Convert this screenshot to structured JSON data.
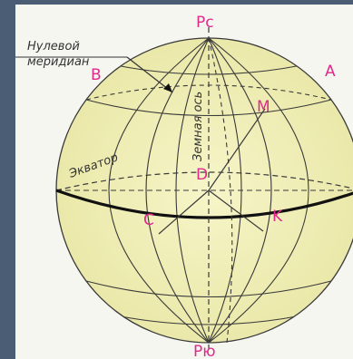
{
  "diagram": {
    "labels": {
      "north_pole": "Pc",
      "south_pole": "Pю",
      "point_a": "A",
      "point_b": "B",
      "point_m": "M",
      "point_c": "C",
      "point_d": "D",
      "point_k": "K"
    },
    "annotations": {
      "prime_meridian_line1": "Нулевой",
      "prime_meridian_line2": "меридиан",
      "axis_label": "Земная ось",
      "equator_label": "Экватор"
    },
    "colors": {
      "background": "#4a5d75",
      "frame": "#f5f6f0",
      "globe_fill": "#f0efb8",
      "label_color": "#e02a8a",
      "line_color": "#3a3a3a"
    }
  }
}
